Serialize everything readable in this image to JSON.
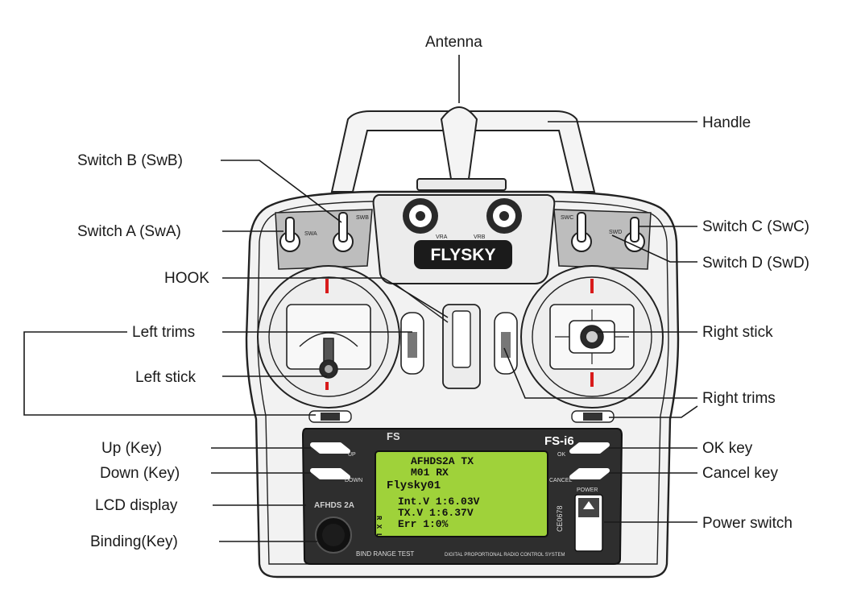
{
  "device": {
    "brand": "FLYSKY",
    "model": "FS-i6",
    "top_brand_mark": "FS",
    "switch_b_tag": "SWB",
    "switch_a_tag": "SWA",
    "switch_c_tag": "SWC",
    "switch_d_tag": "SWD",
    "vra_label": "VRA",
    "vrb_label": "VRB",
    "up_key_label": "UP",
    "down_key_label": "DOWN",
    "ok_key_label": "OK",
    "cancel_key_label": "CANCEL",
    "power_label": "POWER",
    "afhds_badge": "AFHDS 2A",
    "bind_range_label": "BIND RANGE TEST",
    "footer_text": "DIGITAL PROPORTIONAL RADIO CONTROL SYSTEM",
    "serial": "CE0678"
  },
  "lcd": {
    "line1": "AFHDS2A TX",
    "line2": "M01 RX",
    "line3": "Flysky01",
    "line4": "Int.V 1:6.03V",
    "line5": "TX.V 1:6.37V",
    "line6": "Err 1:0%",
    "side_letters": "R X L"
  },
  "callouts": {
    "antenna": "Antenna",
    "handle": "Handle",
    "switch_b": "Switch B (SwB)",
    "switch_a": "Switch A (SwA)",
    "switch_c": "Switch C (SwC)",
    "switch_d": "Switch D (SwD)",
    "hook": "HOOK",
    "left_trims": "Left trims",
    "left_stick": "Left stick",
    "right_stick": "Right stick",
    "right_trims": "Right trims",
    "up_key": "Up (Key)",
    "down_key": "Down (Key)",
    "lcd_display": "LCD display",
    "binding_key": "Binding(Key)",
    "ok_key": "OK key",
    "cancel_key": "Cancel key",
    "power_switch": "Power switch"
  }
}
